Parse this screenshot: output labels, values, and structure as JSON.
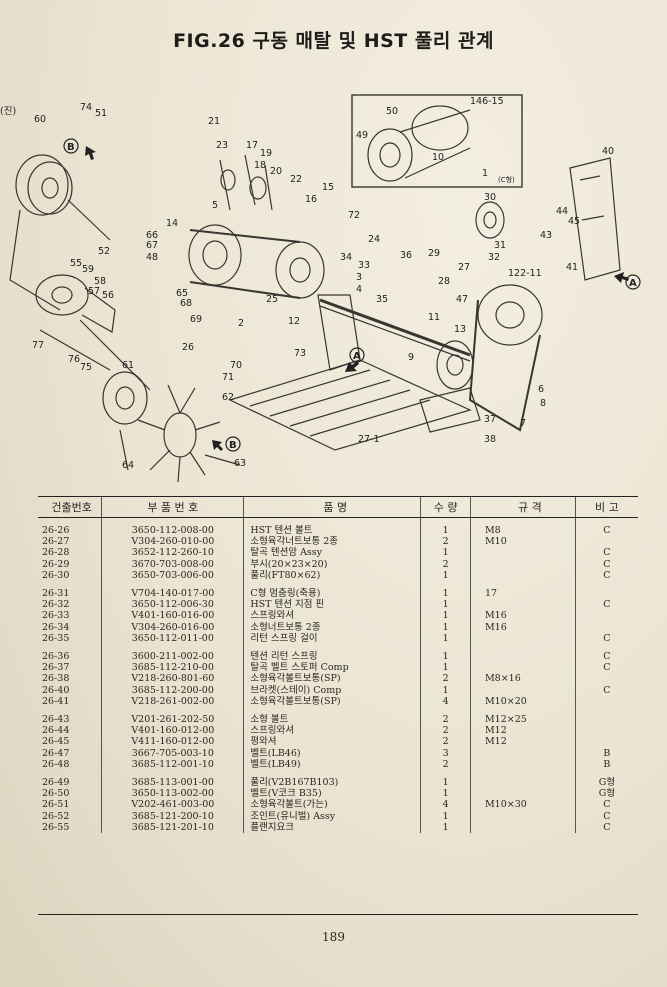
{
  "title": "FIG.26 구동 매탈 및 HST 풀리 관계",
  "diagram": {
    "callouts": [
      "74",
      "51",
      "60",
      "21",
      "23",
      "17",
      "19",
      "18",
      "20",
      "22",
      "15",
      "16",
      "72",
      "50",
      "146-15",
      "49",
      "10",
      "1",
      "40",
      "30",
      "14",
      "5",
      "66",
      "67",
      "48",
      "52",
      "55",
      "59",
      "58",
      "57",
      "56",
      "24",
      "33",
      "36",
      "34",
      "3",
      "35",
      "4",
      "29",
      "28",
      "32",
      "31",
      "27",
      "47",
      "122-11",
      "41",
      "13",
      "44",
      "45",
      "43",
      "65",
      "68",
      "69",
      "2",
      "25",
      "12",
      "9",
      "11",
      "73",
      "26",
      "70",
      "71",
      "6",
      "8",
      "7",
      "77",
      "76",
      "75",
      "61",
      "62",
      "37",
      "38",
      "27-1",
      "64",
      "63"
    ],
    "circle_labels": [
      "B",
      "A"
    ],
    "corner_text": "(C형)",
    "left_text": "(진)"
  },
  "table": {
    "headers": [
      "건출번호",
      "부 품 번 호",
      "품 명",
      "수 량",
      "규 격",
      "비 고"
    ],
    "groups": [
      [
        [
          "26-26",
          "3650-112-008-00",
          "HST 텐션 볼트",
          "1",
          "M8",
          "C"
        ],
        [
          "26-27",
          "V304-260-010-00",
          "소형육각너트보통 2종",
          "2",
          "M10",
          ""
        ],
        [
          "26-28",
          "3652-112-260-10",
          "탈곡 텐션암 Assy",
          "1",
          "",
          "C"
        ],
        [
          "26-29",
          "3670-703-008-00",
          "부시(20×23×20)",
          "2",
          "",
          "C"
        ],
        [
          "26-30",
          "3650-703-006-00",
          "풀리(FT80×62)",
          "1",
          "",
          "C"
        ]
      ],
      [
        [
          "26-31",
          "V704-140-017-00",
          "C형 멈춤링(축용)",
          "1",
          "17",
          ""
        ],
        [
          "26-32",
          "3650-112-006-30",
          "HST 텐션 지점 핀",
          "1",
          "",
          "C"
        ],
        [
          "26-33",
          "V401-160-016-00",
          "스프링와셔",
          "1",
          "M16",
          ""
        ],
        [
          "26-34",
          "V304-260-016-00",
          "소형너트보통 2종",
          "1",
          "M16",
          ""
        ],
        [
          "26-35",
          "3650-112-011-00",
          "리턴 스프링 걸이",
          "1",
          "",
          "C"
        ]
      ],
      [
        [
          "26-36",
          "3600-211-002-00",
          "텐션 리턴 스프링",
          "1",
          "",
          "C"
        ],
        [
          "26-37",
          "3685-112-210-00",
          "탈곡 벨트 스토퍼 Comp",
          "1",
          "",
          "C"
        ],
        [
          "26-38",
          "V218-260-801-60",
          "소형육각볼트보통(SP)",
          "2",
          "M8×16",
          ""
        ],
        [
          "26-40",
          "3685-112-200-00",
          "브라켓(스테이) Comp",
          "1",
          "",
          "C"
        ],
        [
          "26-41",
          "V218-261-002-00",
          "소형육각볼트보통(SP)",
          "4",
          "M10×20",
          ""
        ]
      ],
      [
        [
          "26-43",
          "V201-261-202-50",
          "소형 볼트",
          "2",
          "M12×25",
          ""
        ],
        [
          "26-44",
          "V401-160-012-00",
          "스프링와셔",
          "2",
          "M12",
          ""
        ],
        [
          "26-45",
          "V411-160-012-00",
          "평와셔",
          "2",
          "M12",
          ""
        ],
        [
          "26-47",
          "3667-705-003-10",
          "벨트(LB46)",
          "3",
          "",
          "B"
        ],
        [
          "26-48",
          "3685-112-001-10",
          "벨트(LB49)",
          "2",
          "",
          "B"
        ]
      ],
      [
        [
          "26-49",
          "3685-113-001-00",
          "풀리(V2B167B103)",
          "1",
          "",
          "G형"
        ],
        [
          "26-50",
          "3650-113-002-00",
          "벨트(V코크 B35)",
          "1",
          "",
          "G형"
        ],
        [
          "26-51",
          "V202-461-003-00",
          "소형육각볼트(가는)",
          "4",
          "M10×30",
          "C"
        ],
        [
          "26-52",
          "3685-121-200-10",
          "조인트(유니벌) Assy",
          "1",
          "",
          "C"
        ],
        [
          "26-55",
          "3685-121-201-10",
          "플랜지요크",
          "1",
          "",
          "C"
        ]
      ]
    ]
  },
  "page_number": "189"
}
